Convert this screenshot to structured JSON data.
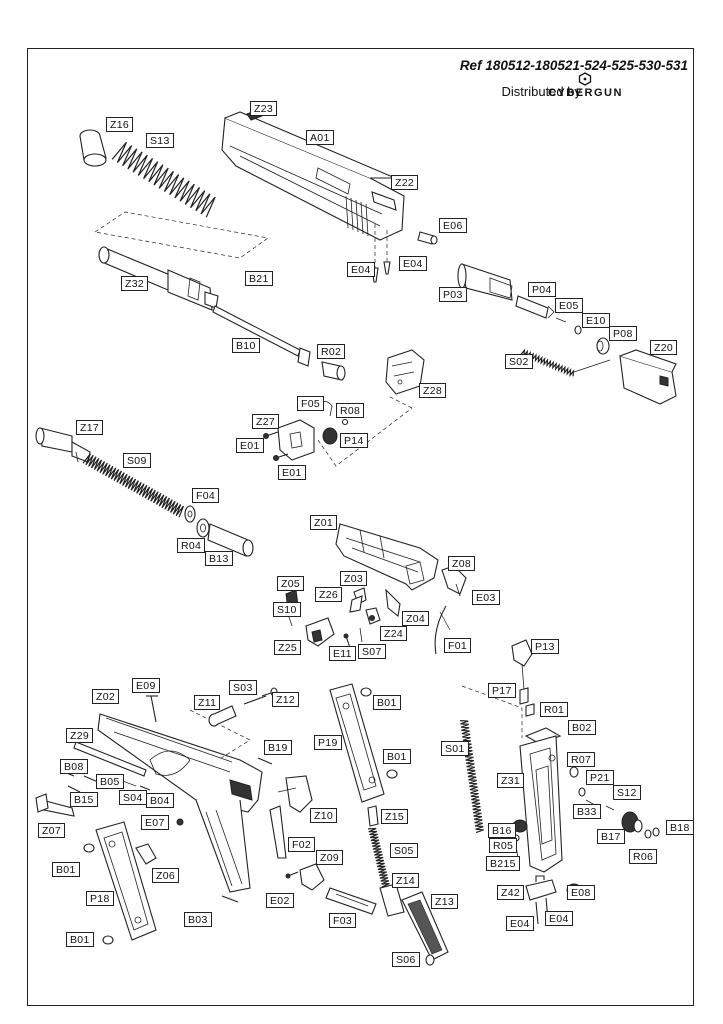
{
  "header": {
    "ref": "Ref 180512-180521-524-525-530-531",
    "distributed": "Distributed by",
    "brand": "CYBERGUN"
  },
  "labels": [
    {
      "id": "Z16"
    },
    {
      "id": "S13"
    },
    {
      "id": "Z23"
    },
    {
      "id": "A01"
    },
    {
      "id": "Z22"
    },
    {
      "id": "E06"
    },
    {
      "id": "E04"
    },
    {
      "id": "E04"
    },
    {
      "id": "Z32"
    },
    {
      "id": "B21"
    },
    {
      "id": "P03"
    },
    {
      "id": "P04"
    },
    {
      "id": "E05"
    },
    {
      "id": "E10"
    },
    {
      "id": "P08"
    },
    {
      "id": "Z20"
    },
    {
      "id": "B10"
    },
    {
      "id": "R02"
    },
    {
      "id": "S02"
    },
    {
      "id": "Z28"
    },
    {
      "id": "F05"
    },
    {
      "id": "R08"
    },
    {
      "id": "Z27"
    },
    {
      "id": "P14"
    },
    {
      "id": "E01"
    },
    {
      "id": "E01"
    },
    {
      "id": "Z17"
    },
    {
      "id": "S09"
    },
    {
      "id": "F04"
    },
    {
      "id": "R04"
    },
    {
      "id": "B13"
    },
    {
      "id": "Z01"
    },
    {
      "id": "Z08"
    },
    {
      "id": "E03"
    },
    {
      "id": "Z05"
    },
    {
      "id": "Z03"
    },
    {
      "id": "Z26"
    },
    {
      "id": "S10"
    },
    {
      "id": "Z04"
    },
    {
      "id": "Z24"
    },
    {
      "id": "Z25"
    },
    {
      "id": "E11"
    },
    {
      "id": "S07"
    },
    {
      "id": "F01"
    },
    {
      "id": "P13"
    },
    {
      "id": "E09"
    },
    {
      "id": "Z11"
    },
    {
      "id": "S03"
    },
    {
      "id": "Z12"
    },
    {
      "id": "B01"
    },
    {
      "id": "P17"
    },
    {
      "id": "R01"
    },
    {
      "id": "Z02"
    },
    {
      "id": "Z29"
    },
    {
      "id": "B19"
    },
    {
      "id": "P19"
    },
    {
      "id": "B02"
    },
    {
      "id": "S01"
    },
    {
      "id": "B08"
    },
    {
      "id": "B05"
    },
    {
      "id": "B01"
    },
    {
      "id": "R07"
    },
    {
      "id": "Z31"
    },
    {
      "id": "P21"
    },
    {
      "id": "B15"
    },
    {
      "id": "S04"
    },
    {
      "id": "B04"
    },
    {
      "id": "S12"
    },
    {
      "id": "E07"
    },
    {
      "id": "Z10"
    },
    {
      "id": "Z15"
    },
    {
      "id": "B33"
    },
    {
      "id": "Z07"
    },
    {
      "id": "B18"
    },
    {
      "id": "B16"
    },
    {
      "id": "B17"
    },
    {
      "id": "F02"
    },
    {
      "id": "R05"
    },
    {
      "id": "S05"
    },
    {
      "id": "R06"
    },
    {
      "id": "B01"
    },
    {
      "id": "Z06"
    },
    {
      "id": "Z09"
    },
    {
      "id": "B215"
    },
    {
      "id": "Z14"
    },
    {
      "id": "P18"
    },
    {
      "id": "E02"
    },
    {
      "id": "Z42"
    },
    {
      "id": "E08"
    },
    {
      "id": "B03"
    },
    {
      "id": "F03"
    },
    {
      "id": "Z13"
    },
    {
      "id": "E04"
    },
    {
      "id": "E04"
    },
    {
      "id": "B01"
    },
    {
      "id": "S06"
    }
  ]
}
